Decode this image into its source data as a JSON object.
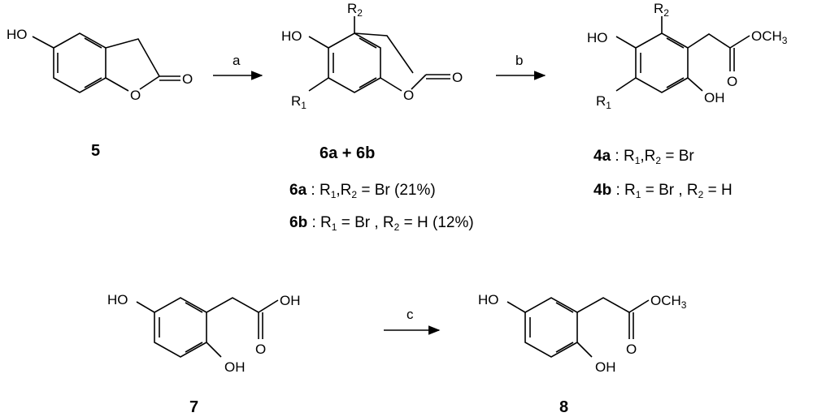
{
  "compounds": {
    "c5": "5",
    "c6ab": "6a + 6b",
    "c4a": "4a",
    "c4b": "4b",
    "c6a": "6a",
    "c6b": "6b",
    "c7": "7",
    "c8": "8"
  },
  "steps": {
    "a": "a",
    "b": "b",
    "c": "c"
  },
  "atoms": {
    "HO": "HO",
    "OH": "OH",
    "O": "O",
    "OCH": "OCH",
    "three": "3",
    "R": "R",
    "one": "1",
    "two": "2"
  },
  "annotations": {
    "a6a_r": " : R",
    "a6a_comma": ",R",
    "a6a_eq": " = Br (21%)",
    "a6b_r": " : R",
    "a6b_eq1": " = Br , R",
    "a6b_eq2": " = H (12%)",
    "a4a_r": " : R",
    "a4a_comma": ",R",
    "a4a_eq": " = Br",
    "a4b_r": " : R",
    "a4b_eq1": " = Br , R",
    "a4b_eq2": " = H",
    "sub1": "1",
    "sub2": "2"
  }
}
